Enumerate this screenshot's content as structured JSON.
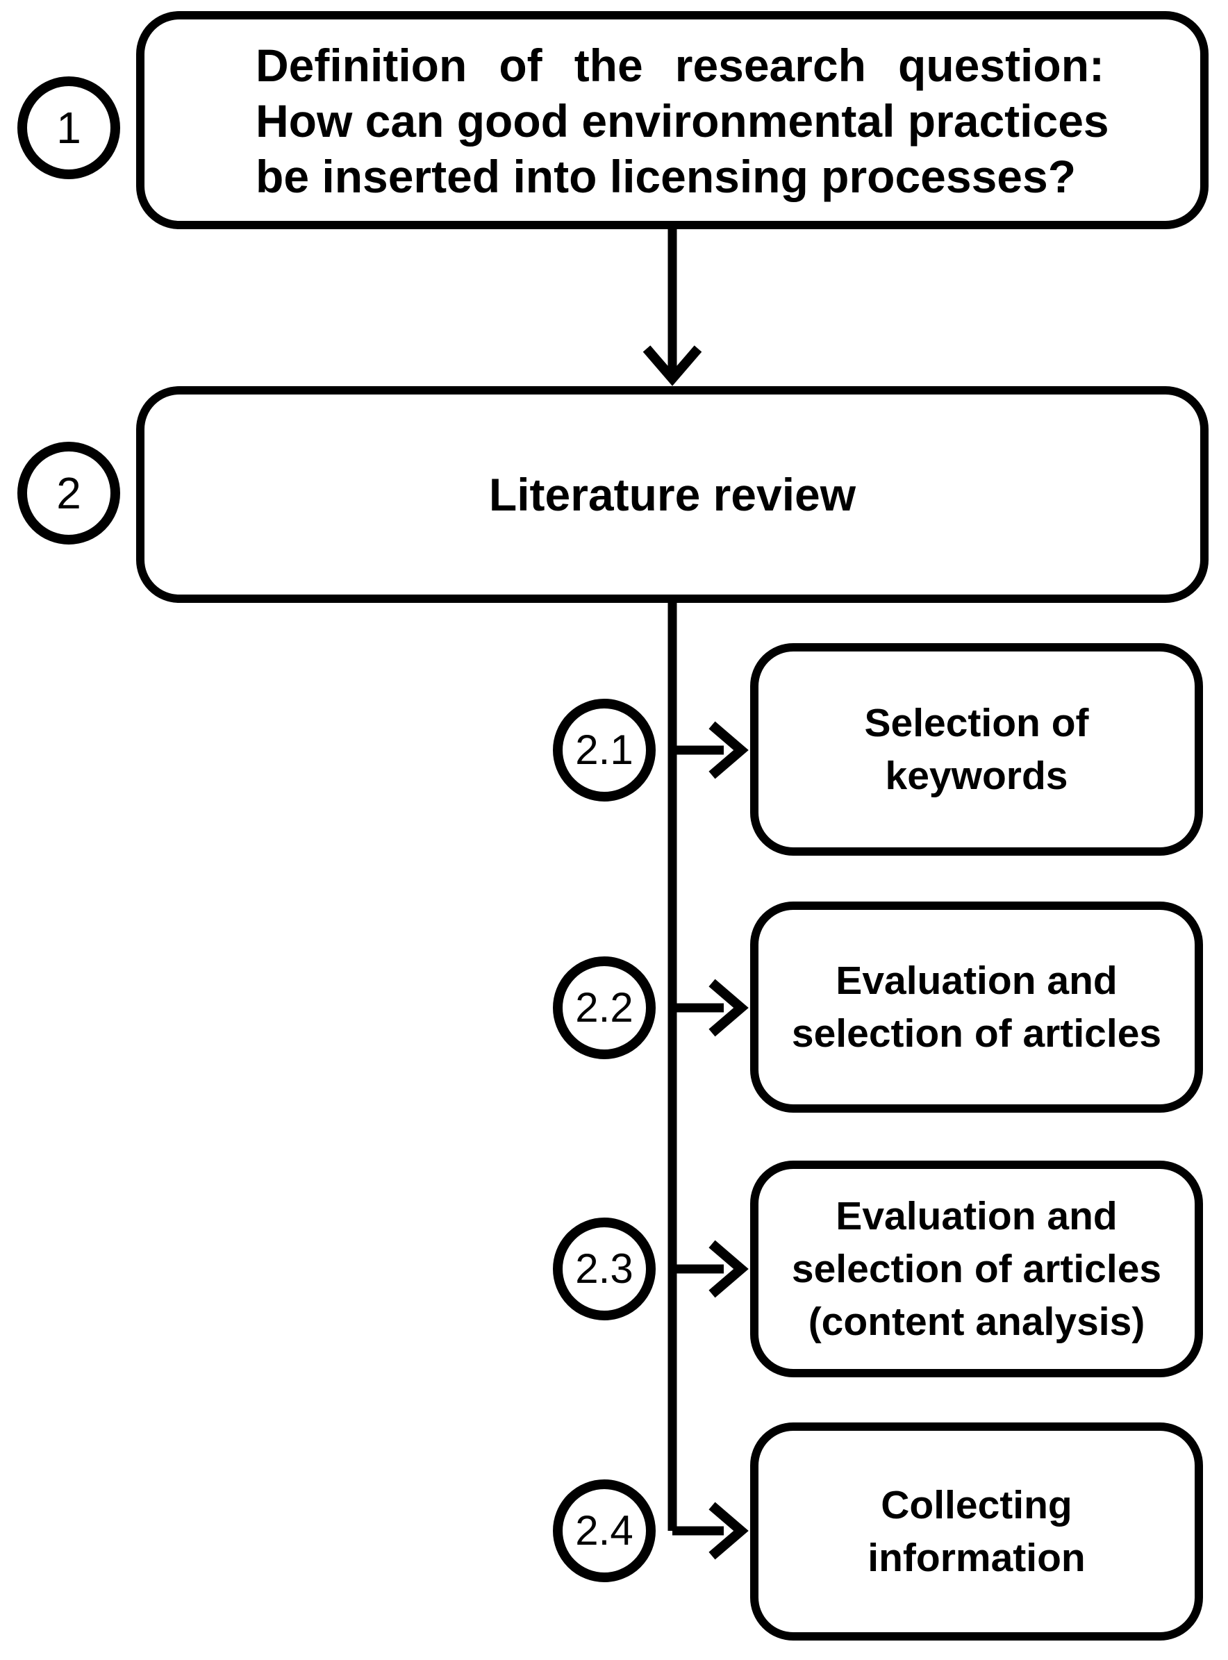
{
  "diagram": {
    "colors": {
      "stroke": "#000000",
      "background": "#ffffff"
    },
    "step1": {
      "number": "1",
      "lines": [
        "Definition of the research question:",
        "How can good environmental practices",
        "be inserted into licensing processes?"
      ]
    },
    "step2": {
      "number": "2",
      "label": "Literature review"
    },
    "substeps": [
      {
        "number": "2.1",
        "label": "Selection of\nkeywords"
      },
      {
        "number": "2.2",
        "label": "Evaluation and\nselection of articles"
      },
      {
        "number": "2.3",
        "label": "Evaluation and\nselection of articles\n(content analysis)"
      },
      {
        "number": "2.4",
        "label": "Collecting\ninformation"
      }
    ]
  }
}
